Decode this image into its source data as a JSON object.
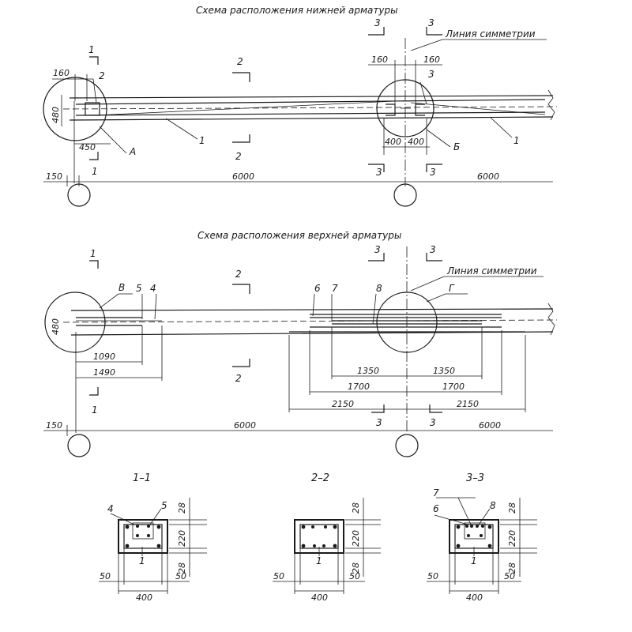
{
  "lower_scheme": {
    "title": "Схема расположения нижней арматуры",
    "symmetry_label": "Линия симметрии",
    "dims": {
      "d160_left": "160",
      "d480": "480",
      "d450": "450",
      "d150": "150",
      "d6000_a": "6000",
      "d160_mid_left": "160",
      "d160_mid_right": "160",
      "d400_left": "400",
      "d400_right": "400",
      "d6000_b": "6000"
    },
    "marks": {
      "m1_top": "1",
      "m1_bot": "1",
      "m2_top": "2",
      "m2_bot": "2",
      "m3_tl": "3",
      "m3_tr": "3",
      "m3_bl": "3",
      "m3_br": "3",
      "pos1_a": "1",
      "pos1_b": "1",
      "pos2": "2",
      "pos3": "3",
      "call_A": "А",
      "call_B": "Б"
    }
  },
  "upper_scheme": {
    "title": "Схема расположения верхней арматуры",
    "symmetry_label": "Линия симметрии",
    "dims": {
      "d480": "480",
      "d1090": "1090",
      "d1490": "1490",
      "d1350_l": "1350",
      "d1350_r": "1350",
      "d1700_l": "1700",
      "d1700_r": "1700",
      "d2150_l": "2150",
      "d2150_r": "2150",
      "d150": "150",
      "d6000_a": "6000",
      "d6000_b": "6000"
    },
    "marks": {
      "m1_top": "1",
      "m1_bot": "1",
      "m2_top": "2",
      "m2_bot": "2",
      "m3_tl": "3",
      "m3_tr": "3",
      "m3_bl": "3",
      "m3_br": "3",
      "pos4": "4",
      "pos5": "5",
      "pos6": "6",
      "pos7": "7",
      "pos8": "8",
      "call_V": "В",
      "call_G": "Г"
    }
  },
  "sections": [
    {
      "title": "1–1",
      "labels": [
        "4",
        "5",
        "1"
      ],
      "dims": {
        "top": "28",
        "mid": "220",
        "bot": "28",
        "left": "50",
        "width": "400",
        "right": "50"
      }
    },
    {
      "title": "2–2",
      "labels": [
        "1"
      ],
      "dims": {
        "top": "28",
        "mid": "220",
        "bot": "28",
        "left": "50",
        "width": "400",
        "right": "50"
      }
    },
    {
      "title": "3–3",
      "labels": [
        "7",
        "6",
        "8",
        "1"
      ],
      "dims": {
        "top": "28",
        "mid": "220",
        "bot": "28",
        "left": "50",
        "width": "400",
        "right": "50"
      }
    }
  ]
}
